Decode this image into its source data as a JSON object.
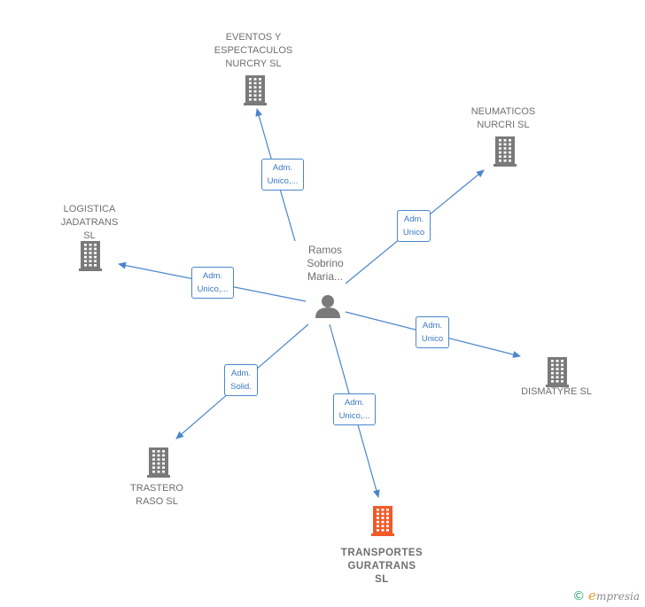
{
  "colors": {
    "edge": "#4a86cc",
    "building": "#7a7a7a",
    "building_main": "#f05a28",
    "person": "#7a7a7a",
    "label": "#6f6f6f"
  },
  "center": {
    "name": "Ramos\nSobrino\nMaria...",
    "icon": "person-icon"
  },
  "companies": [
    {
      "id": "eventos",
      "name": "EVENTOS Y\nESPECTACULOS\nNURCRY  SL",
      "icon": "building-icon",
      "main": false
    },
    {
      "id": "neumaticos",
      "name": "NEUMATICOS\nNURCRI SL",
      "icon": "building-icon",
      "main": false
    },
    {
      "id": "logistica",
      "name": "LOGISTICA\nJADATRANS\nSL",
      "icon": "building-icon",
      "main": false
    },
    {
      "id": "dismatyre",
      "name": "DISMATYRE SL",
      "icon": "building-icon",
      "main": false
    },
    {
      "id": "trastero",
      "name": "TRASTERO\nRASO  SL",
      "icon": "building-icon",
      "main": false
    },
    {
      "id": "transportes",
      "name": "TRANSPORTES\nGURATRANS\nSL",
      "icon": "building-icon",
      "main": true
    }
  ],
  "relations": [
    {
      "target": "eventos",
      "label": "Adm.\nUnico,..."
    },
    {
      "target": "neumaticos",
      "label": "Adm.\nUnico"
    },
    {
      "target": "logistica",
      "label": "Adm.\nUnico,..."
    },
    {
      "target": "dismatyre",
      "label": "Adm.\nUnico"
    },
    {
      "target": "trastero",
      "label": "Adm.\nSolid."
    },
    {
      "target": "transportes",
      "label": "Adm.\nUnico,..."
    }
  ],
  "footer": {
    "copyright": "©",
    "brand_initial": "e",
    "brand_rest": "mpresia"
  }
}
